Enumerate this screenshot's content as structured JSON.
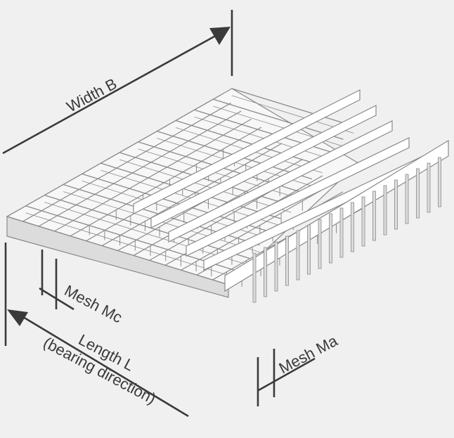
{
  "labels": {
    "width": "Width B",
    "length_line1": "Length L",
    "length_line2": "(bearing direction)",
    "mesh_c": "Mesh Mc",
    "mesh_a": "Mesh Ma"
  },
  "colors": {
    "background": "#f0f0f0",
    "line": "#3a3a3a",
    "steel_outline": "#8a8a8a",
    "steel_top": "#ffffff",
    "steel_side": "#dcdcdc"
  }
}
